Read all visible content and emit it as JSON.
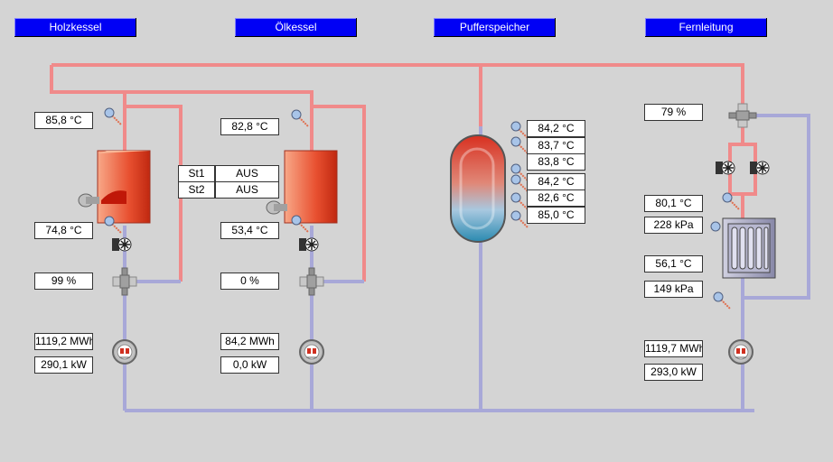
{
  "headers": {
    "holzkessel": "Holzkessel",
    "oelkessel": "Ölkessel",
    "pufferspeicher": "Pufferspeicher",
    "fernleitung": "Fernleitung"
  },
  "holzkessel": {
    "temp_flow": "85,8 °C",
    "temp_return": "74,8 °C",
    "valve_position": "99 %",
    "energy": "1119,2 MWh",
    "power": "290,1 kW"
  },
  "status": {
    "st1_label": "St1",
    "st2_label": "St2"
  },
  "oelkessel": {
    "temp_flow": "82,8 °C",
    "st1_value": "AUS",
    "st2_value": "AUS",
    "temp_return": "53,4 °C",
    "valve_position": "0 %",
    "energy": "84,2 MWh",
    "power": "0,0 kW"
  },
  "pufferspeicher": {
    "temps": [
      "84,2 °C",
      "83,7 °C",
      "83,8 °C",
      "84,2 °C",
      "82,6 °C",
      "85,0 °C"
    ]
  },
  "fernleitung": {
    "valve_position": "79 %",
    "temp_flow": "80,1 °C",
    "pressure_flow": "228 kPa",
    "temp_return": "56,1 °C",
    "pressure_return": "149 kPa",
    "energy": "1119,7 MWh",
    "power": "293,0 kW"
  },
  "colors": {
    "hot_pipe": "#f08a8a",
    "cold_pipe": "#a8a8d8",
    "header_bg": "#0000f5",
    "boiler_red": "#e8402a"
  },
  "icons": [
    "temperature-sensor-icon",
    "pump-icon",
    "three-way-valve-icon",
    "heat-meter-icon",
    "boiler-icon",
    "buffer-tank-icon",
    "heat-exchanger-icon"
  ]
}
